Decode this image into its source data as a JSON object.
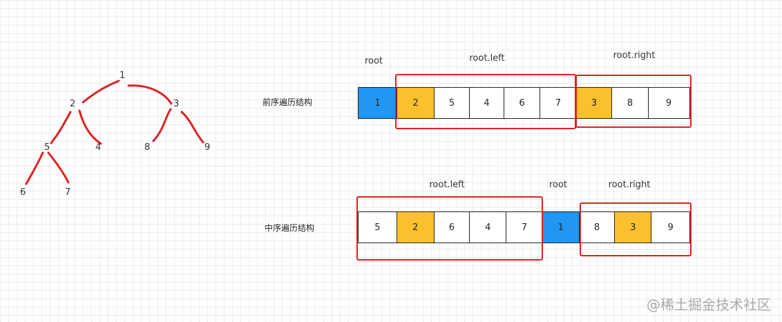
{
  "tree": {
    "nodes": [
      "1",
      "2",
      "3",
      "5",
      "4",
      "8",
      "9",
      "6",
      "7"
    ]
  },
  "preorder": {
    "label": "前序遍历结构",
    "root_label": "root",
    "left_label": "root.left",
    "right_label": "root.right",
    "cells": [
      {
        "value": "1",
        "role": "root"
      },
      {
        "value": "2",
        "role": "child"
      },
      {
        "value": "5",
        "role": "plain"
      },
      {
        "value": "4",
        "role": "plain"
      },
      {
        "value": "6",
        "role": "plain"
      },
      {
        "value": "7",
        "role": "plain"
      },
      {
        "value": "3",
        "role": "child"
      },
      {
        "value": "8",
        "role": "plain"
      },
      {
        "value": "9",
        "role": "plain"
      }
    ]
  },
  "inorder": {
    "label": "中序遍历结构",
    "root_label": "root",
    "left_label": "root.left",
    "right_label": "root.right",
    "cells": [
      {
        "value": "5",
        "role": "plain"
      },
      {
        "value": "2",
        "role": "child"
      },
      {
        "value": "6",
        "role": "plain"
      },
      {
        "value": "4",
        "role": "plain"
      },
      {
        "value": "7",
        "role": "plain"
      },
      {
        "value": "1",
        "role": "root"
      },
      {
        "value": "8",
        "role": "plain"
      },
      {
        "value": "3",
        "role": "child"
      },
      {
        "value": "9",
        "role": "plain"
      }
    ]
  },
  "colors": {
    "root": "#2196f3",
    "child": "#fbc02d",
    "highlight_border": "#e02020"
  },
  "watermark": "@稀土掘金技术社区"
}
